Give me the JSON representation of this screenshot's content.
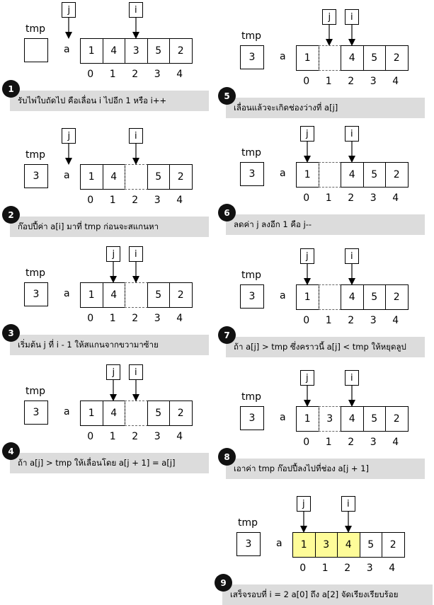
{
  "labels": {
    "tmp": "tmp",
    "a": "a",
    "j": "j",
    "i": "i"
  },
  "indices": [
    "0",
    "1",
    "2",
    "3",
    "4"
  ],
  "colors": {
    "highlight": "#fefc99",
    "note_bg": "#dcdcdc",
    "badge": "#111111"
  },
  "steps": [
    {
      "number": "1",
      "tmp": "",
      "cells": [
        "1",
        "4",
        "3",
        "5",
        "2"
      ],
      "hole_index": null,
      "j_index": -1,
      "i_index": 2,
      "note": "รับไพ่ใบถัดไป คือเลื่อน i ไปอีก 1 หรือ i++"
    },
    {
      "number": "2",
      "tmp": "3",
      "cells": [
        "1",
        "4",
        "",
        "5",
        "2"
      ],
      "hole_index": 2,
      "j_index": -1,
      "i_index": 2,
      "note": "ก๊อปปี้ค่า a[i] มาที่ tmp ก่อนจะสแกนหา"
    },
    {
      "number": "3",
      "tmp": "3",
      "cells": [
        "1",
        "4",
        "",
        "5",
        "2"
      ],
      "hole_index": 2,
      "j_index": 1,
      "i_index": 2,
      "note": "เริ่มต้น j ที่ i - 1 ให้สแกนจากขวามาซ้าย"
    },
    {
      "number": "4",
      "tmp": "3",
      "cells": [
        "1",
        "4",
        "",
        "5",
        "2"
      ],
      "hole_index": 2,
      "j_index": 1,
      "i_index": 2,
      "note": "ถ้า a[j] > tmp ให้เลื่อนโดย a[j + 1] = a[j]"
    },
    {
      "number": "5",
      "tmp": "3",
      "cells": [
        "1",
        "",
        "4",
        "5",
        "2"
      ],
      "hole_index": 1,
      "j_index": 1,
      "i_index": 2,
      "note": "เลื่อนแล้วจะเกิดช่องว่างที่ a[j]"
    },
    {
      "number": "6",
      "tmp": "3",
      "cells": [
        "1",
        "",
        "4",
        "5",
        "2"
      ],
      "hole_index": 1,
      "j_index": 0,
      "i_index": 2,
      "note": "ลดค่า j ลงอีก 1 คือ j--"
    },
    {
      "number": "7",
      "tmp": "3",
      "cells": [
        "1",
        "",
        "4",
        "5",
        "2"
      ],
      "hole_index": 1,
      "j_index": 0,
      "i_index": 2,
      "note": "ถ้า a[j] > tmp ซึ่งคราวนี้ a[j] < tmp ให้หยุดลูป"
    },
    {
      "number": "8",
      "tmp": "3",
      "cells": [
        "1",
        "3",
        "4",
        "5",
        "2"
      ],
      "hole_index": 1,
      "j_index": 0,
      "i_index": 2,
      "note": "เอาค่า tmp ก๊อปปี้ลงไปที่ช่อง a[j + 1]"
    },
    {
      "number": "9",
      "tmp": "3",
      "cells": [
        "1",
        "3",
        "4",
        "5",
        "2"
      ],
      "hole_index": null,
      "highlight_through": 2,
      "j_index": 0,
      "i_index": 2,
      "note": "เสร็จรอบที่ i = 2 a[0] ถึง a[2] จัดเรียงเรียบร้อย"
    }
  ]
}
